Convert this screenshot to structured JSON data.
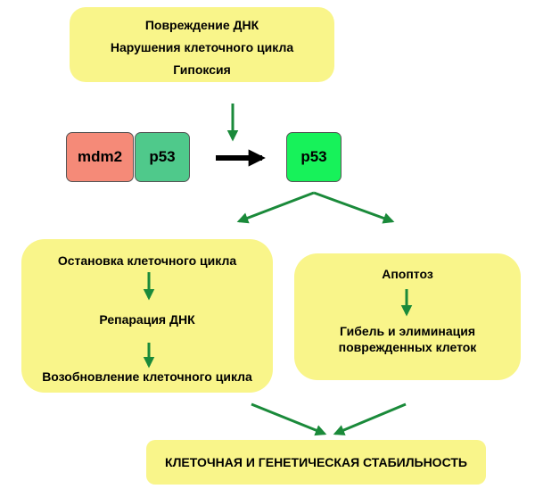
{
  "stress_box": {
    "lines": [
      "Повреждение ДНК",
      "Нарушения клеточного цикла",
      "Гипоксия"
    ]
  },
  "complex": {
    "mdm2_label": "mdm2",
    "p53_bound_label": "p53",
    "p53_free_label": "p53"
  },
  "left_box": {
    "lines": [
      "Остановка клеточного цикла",
      "Репарация ДНК",
      "Возобновление клеточного цикла"
    ]
  },
  "right_box": {
    "lines": [
      "Апоптоз",
      "Гибель и элиминация",
      "поврежденных клеток"
    ]
  },
  "result_box": {
    "text": "КЛЕТОЧНАЯ И ГЕНЕТИЧЕСКАЯ СТАБИЛЬНОСТЬ"
  },
  "colors": {
    "box_fill": "#f9f58a",
    "mdm2": "#f58a78",
    "p53_bound": "#4fc98b",
    "p53_free": "#17f25a",
    "green_arrow": "#1a8a3a",
    "black_arrow": "#000000"
  }
}
